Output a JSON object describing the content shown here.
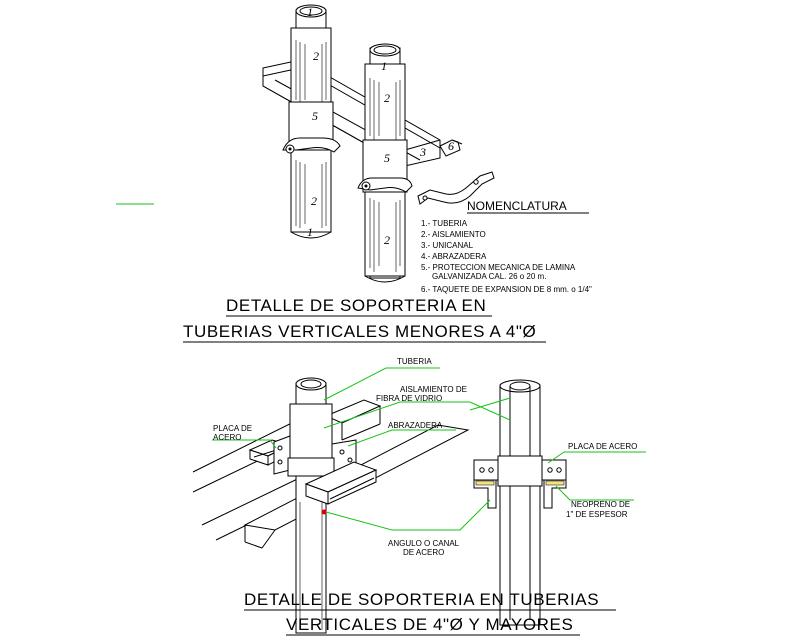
{
  "top_detail": {
    "title_line1": "DETALLE DE SOPORTERIA EN",
    "title_line2": "TUBERIAS VERTICALES MENORES A 4\"Ø",
    "callouts": [
      "1",
      "2",
      "5",
      "2",
      "1",
      "2",
      "5",
      "2",
      "1",
      "3",
      "6"
    ],
    "nomenclature_title": "NOMENCLATURA",
    "nomenclature": [
      "1.- TUBERIA",
      "2.- AISLAMIENTO",
      "3.- UNICANAL",
      "4.- ABRAZADERA",
      "5.- PROTECCION MECANICA DE LAMINA",
      "GALVANIZADA CAL. 26 o 20 m.",
      "6.- TAQUETE DE EXPANSION DE 8 mm. o 1/4\""
    ]
  },
  "bottom_detail": {
    "title_line1": "DETALLE DE SOPORTERIA EN TUBERIAS",
    "title_line2": "VERTICALES DE 4\"Ø Y MAYORES",
    "labels": {
      "tuberia": "TUBERIA",
      "aislamiento_1": "AISLAMIENTO DE",
      "aislamiento_2": "FIBRA DE VIDRIO",
      "abrazadera": "ABRAZADERA",
      "placa_left_1": "PLACA DE",
      "placa_left_2": "ACERO",
      "placa_right": "PLACA DE ACERO",
      "neopreno_1": "NEOPRENO DE",
      "neopreno_2": "1\" DE ESPESOR",
      "angulo_1": "ANGULO O CANAL",
      "angulo_2": "DE ACERO"
    }
  },
  "colors": {
    "line": "#000000",
    "leader": "#17c217",
    "marker": "#e00000",
    "background": "#ffffff"
  }
}
